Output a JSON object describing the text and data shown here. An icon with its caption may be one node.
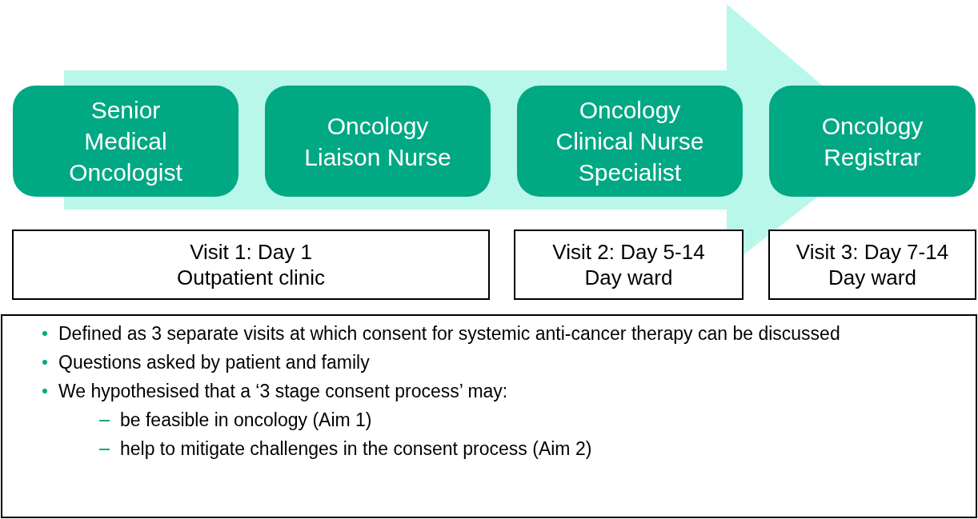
{
  "diagram": {
    "nodes": [
      {
        "text": [
          "Senior Medical Oncologist"
        ]
      },
      {
        "text": [
          "Oncology Liaison Nurse"
        ]
      },
      {
        "text": [
          "Oncology Clinical Nurse Specialist"
        ]
      },
      {
        "text": [
          "Oncology Registrar"
        ]
      },
      {
        "text": [
          "Visit 1: Day 1",
          "Outpatient clinic"
        ]
      },
      {
        "text": [
          "Visit 2: Day 5-14",
          "Day ward"
        ]
      },
      {
        "text": [
          "Visit 3: Day 7-14",
          "Day ward"
        ]
      },
      {
        "text": [
          "Defined as 3 separate visits at which consent for systemic anti-cancer therapy can be discussed",
          "Questions asked by patient and family",
          "We hypothesised that a ‘3 stage consent process’ may:",
          "be feasible in oncology (Aim 1)",
          "help to mitigate challenges in the consent process (Aim 2)"
        ]
      }
    ],
    "edges": [
      {
        "from": 0,
        "to": 3,
        "arrow": "to"
      }
    ]
  }
}
